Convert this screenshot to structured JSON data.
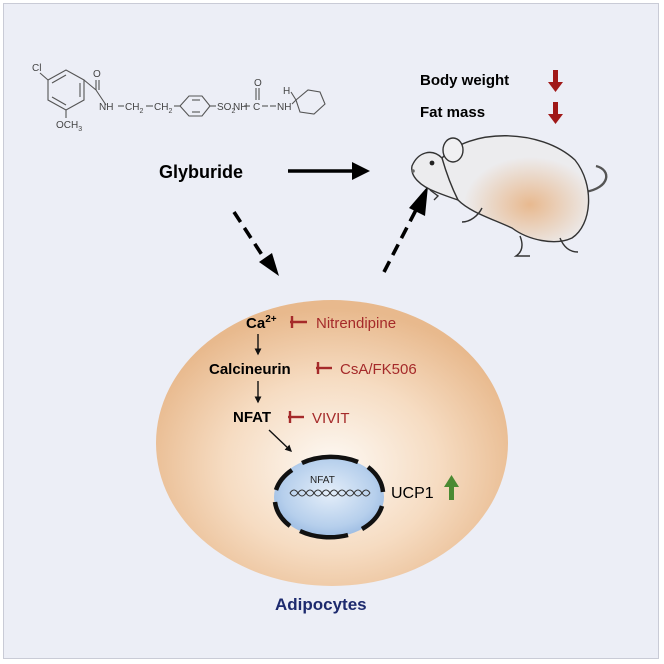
{
  "structure": {
    "cl": "Cl",
    "o1": "O",
    "o2": "O",
    "nh1": "NH",
    "ch2a": "CH",
    "ch2a_sub": "2",
    "ch2b": "CH",
    "ch2b_sub": "2",
    "so2": "SO",
    "so2_sub": "2",
    "nh2": "NH",
    "c": "C",
    "nh3": "NH",
    "h": "H",
    "och3": "OCH",
    "och3_sub": "3"
  },
  "drug": "Glyburide",
  "effects": [
    {
      "label": "Body weight",
      "direction": "down"
    },
    {
      "label": "Fat mass",
      "direction": "down"
    }
  ],
  "pathway": {
    "ca_base": "Ca",
    "ca_sup": "2+",
    "ca_inhibitor": "Nitrendipine",
    "calcineurin": "Calcineurin",
    "calcineurin_inhibitor": "CsA/FK506",
    "nfat": "NFAT",
    "nfat_inhibitor": "VIVIT",
    "nucleus_label": "NFAT",
    "target_gene": "UCP1",
    "target_direction": "up"
  },
  "cell_label": "Adipocytes",
  "colors": {
    "background": "#eceef6",
    "inhibitor": "#a52a2a",
    "down_arrow": "#a01818",
    "up_arrow": "#4a8a32",
    "cell_label": "#1d2a6e",
    "cell_outer": "#e8b98d",
    "cell_inner": "#fcf7f1",
    "nucleus": "#a9c6e8",
    "rat_body": "#ececee",
    "rat_belly": "#e6b88c"
  },
  "icons": [
    "rat-icon",
    "dna-helix-icon",
    "inhibition-bar-icon",
    "down-arrow-icon",
    "up-arrow-icon"
  ]
}
